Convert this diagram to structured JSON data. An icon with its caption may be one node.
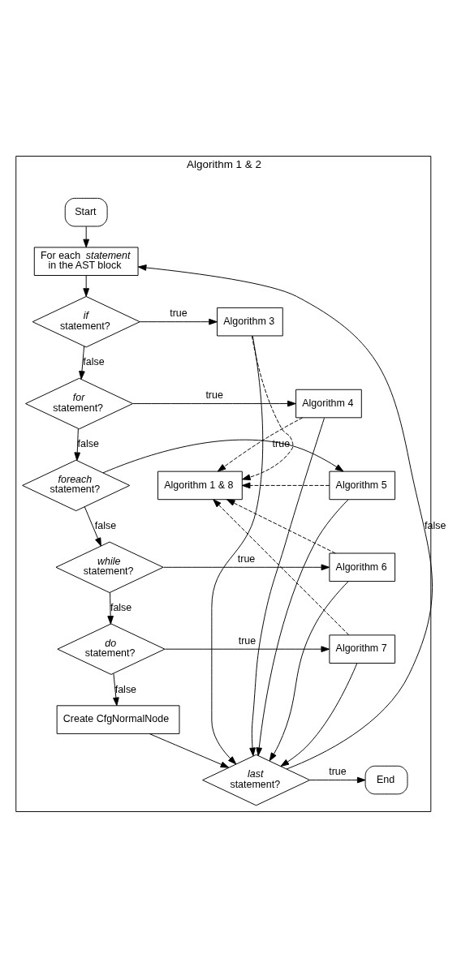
{
  "diagram": {
    "nodes": [
      {
        "text": [
          "Algorithm 1 & 2"
        ]
      },
      {
        "text": [
          "Start"
        ],
        "in": 0
      },
      {
        "text": [
          "For each *statement* in the AST block"
        ],
        "in": 0
      },
      {
        "text": [
          "*if* statement?"
        ],
        "in": 0
      },
      {
        "text": [
          "Algorithm 3"
        ],
        "in": 0
      },
      {
        "text": [
          "*for* statement?"
        ],
        "in": 0
      },
      {
        "text": [
          "Algorithm 4"
        ],
        "in": 0
      },
      {
        "text": [
          "*foreach* statement?"
        ],
        "in": 0
      },
      {
        "text": [
          "Algorithm 5"
        ],
        "in": 0
      },
      {
        "text": [
          "*while* statement?"
        ],
        "in": 0
      },
      {
        "text": [
          "Algorithm 6"
        ],
        "in": 0
      },
      {
        "text": [
          "*do* statement?"
        ],
        "in": 0
      },
      {
        "text": [
          "Algorithm 7"
        ],
        "in": 0
      },
      {
        "text": [
          "Create CfgNormalNode"
        ],
        "in": 0
      },
      {
        "text": [
          "*last* statement?"
        ],
        "in": 0
      },
      {
        "text": [
          "End"
        ],
        "in": 0
      },
      {
        "text": [
          "Algorithm 1 & 8"
        ],
        "in": 0
      }
    ],
    "edges": [
      {
        "from": 1,
        "to": 2,
        "arrow": "to"
      },
      {
        "from": 2,
        "to": 3,
        "arrow": "to"
      },
      {
        "from": 3,
        "to": 4,
        "arrow": "to",
        "label": "true"
      },
      {
        "from": 3,
        "to": 5,
        "arrow": "to",
        "label": "false"
      },
      {
        "from": 5,
        "to": 6,
        "arrow": "to",
        "label": "true"
      },
      {
        "from": 5,
        "to": 7,
        "arrow": "to",
        "label": "false"
      },
      {
        "from": 7,
        "to": 8,
        "arrow": "to",
        "label": "true"
      },
      {
        "from": 7,
        "to": 9,
        "arrow": "to",
        "label": "false"
      },
      {
        "from": 9,
        "to": 10,
        "arrow": "to",
        "label": "true"
      },
      {
        "from": 9,
        "to": 11,
        "arrow": "to",
        "label": "false"
      },
      {
        "from": 11,
        "to": 12,
        "arrow": "to",
        "label": "true"
      },
      {
        "from": 11,
        "to": 13,
        "arrow": "to",
        "label": "false"
      },
      {
        "from": 13,
        "to": 14,
        "arrow": "to"
      },
      {
        "from": 4,
        "to": 14,
        "arrow": "to"
      },
      {
        "from": 6,
        "to": 14,
        "arrow": "to"
      },
      {
        "from": 8,
        "to": 14,
        "arrow": "to"
      },
      {
        "from": 10,
        "to": 14,
        "arrow": "to"
      },
      {
        "from": 12,
        "to": 14,
        "arrow": "to"
      },
      {
        "from": 14,
        "to": 2,
        "arrow": "to",
        "label": "false"
      },
      {
        "from": 14,
        "to": 15,
        "arrow": "to",
        "label": "true"
      },
      {
        "from": 4,
        "to": 16,
        "arrow": "to",
        "style": "dashed"
      },
      {
        "from": 6,
        "to": 16,
        "arrow": "to",
        "style": "dashed"
      },
      {
        "from": 8,
        "to": 16,
        "arrow": "to",
        "style": "dashed"
      },
      {
        "from": 10,
        "to": 16,
        "arrow": "to",
        "style": "dashed"
      },
      {
        "from": 12,
        "to": 16,
        "arrow": "to",
        "style": "dashed"
      }
    ]
  }
}
